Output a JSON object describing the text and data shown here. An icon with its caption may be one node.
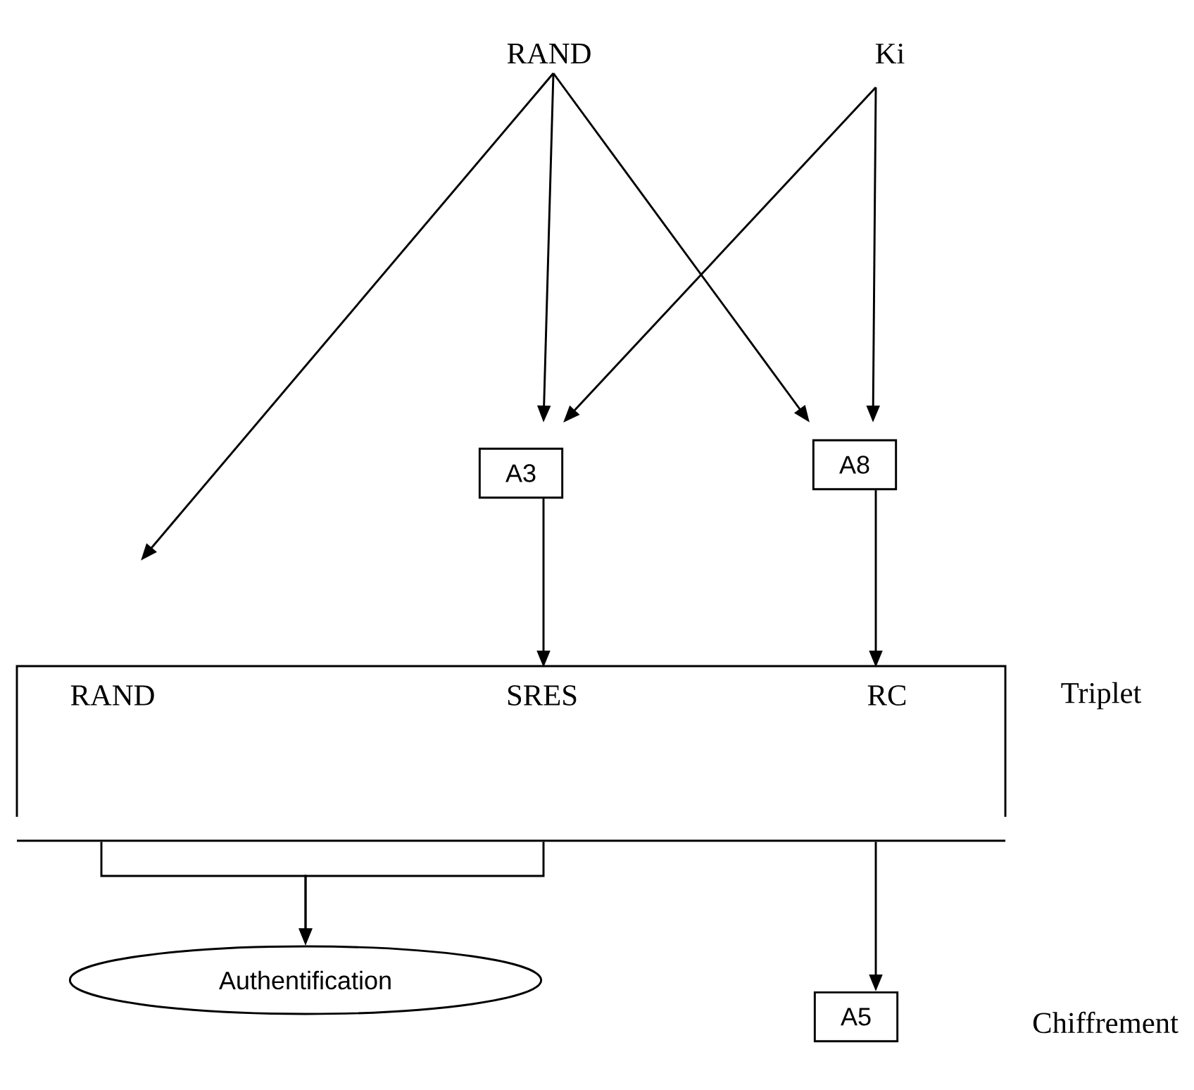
{
  "diagram": {
    "nodes": [
      {
        "text": [
          "RAND"
        ]
      },
      {
        "text": [
          "Ki"
        ]
      },
      {
        "text": [
          "A3"
        ]
      },
      {
        "text": [
          "A8"
        ]
      },
      {
        "text": [],
        "shape": "box",
        "beside": [
          "Triplet"
        ]
      },
      {
        "text": [
          "RAND"
        ],
        "in": 4
      },
      {
        "text": [
          "SRES"
        ],
        "in": 4
      },
      {
        "text": [
          "RC"
        ],
        "in": 4
      },
      {
        "text": [
          "Authentification"
        ]
      },
      {
        "text": [
          "A5"
        ]
      }
    ],
    "edges": [
      {
        "from": 0,
        "to": null,
        "arrow": "to"
      },
      {
        "from": 0,
        "to": 2,
        "arrow": "to"
      },
      {
        "from": 0,
        "to": 3,
        "arrow": "to"
      },
      {
        "from": 1,
        "to": 2,
        "arrow": "to"
      },
      {
        "from": 1,
        "to": 3,
        "arrow": "to"
      },
      {
        "from": 2,
        "to": 6,
        "arrow": "to"
      },
      {
        "from": 3,
        "to": 7,
        "arrow": "to"
      },
      {
        "from": 4,
        "to": 8,
        "arrow": "to"
      },
      {
        "from": 4,
        "to": 8,
        "arrow": "to"
      },
      {
        "from": 4,
        "to": 9,
        "arrow": "to"
      }
    ],
    "labels": [
      "Chiffrement"
    ]
  }
}
